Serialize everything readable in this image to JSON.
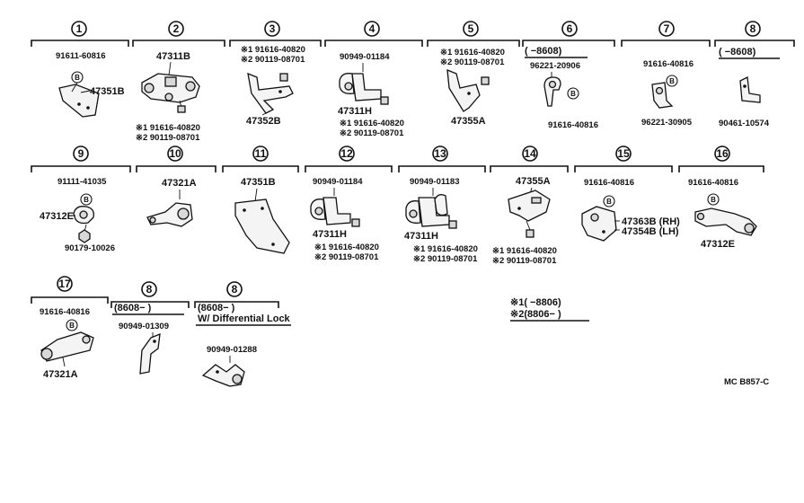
{
  "footer": {
    "code": "MC  B857-C"
  },
  "legend": {
    "line1": "※1(      −8806)",
    "line2": "※2(8806−      )"
  },
  "groups": [
    {
      "num": "1",
      "parts": [
        "91611-60816",
        "47351B"
      ]
    },
    {
      "num": "2",
      "parts": [
        "47311B",
        "※1 91616-40820",
        "※2 90119-08701"
      ]
    },
    {
      "num": "3",
      "parts": [
        "※1 91616-40820",
        "※2 90119-08701",
        "47352B"
      ]
    },
    {
      "num": "4",
      "parts": [
        "90949-01184",
        "47311H",
        "※1 91616-40820",
        "※2 90119-08701"
      ]
    },
    {
      "num": "5",
      "parts": [
        "※1 91616-40820",
        "※2 90119-08701",
        "47355A"
      ]
    },
    {
      "num": "6",
      "range": "(      −8608)",
      "parts": [
        "96221-20906",
        "91616-40816"
      ]
    },
    {
      "num": "7",
      "parts": [
        "91616-40816",
        "96221-30905"
      ]
    },
    {
      "num": "8",
      "range": "(      −8608)",
      "parts": [
        "90461-10574"
      ]
    },
    {
      "num": "9",
      "parts": [
        "91111-41035",
        "47312E",
        "90179-10026"
      ]
    },
    {
      "num": "10",
      "parts": [
        "47321A"
      ]
    },
    {
      "num": "11",
      "parts": [
        "47351B"
      ]
    },
    {
      "num": "12",
      "parts": [
        "90949-01184",
        "47311H",
        "※1 91616-40820",
        "※2 90119-08701"
      ]
    },
    {
      "num": "13",
      "parts": [
        "90949-01183",
        "47311H",
        "※1 91616-40820",
        "※2 90119-08701"
      ]
    },
    {
      "num": "14",
      "parts": [
        "47355A",
        "※1 91616-40820",
        "※2 90119-08701"
      ]
    },
    {
      "num": "15",
      "parts": [
        "91616-40816",
        "47363B (RH)",
        "47354B (LH)"
      ]
    },
    {
      "num": "16",
      "parts": [
        "91616-40816",
        "47312E"
      ]
    },
    {
      "num": "17",
      "parts": [
        "91616-40816",
        "47321A"
      ]
    },
    {
      "num": "8",
      "range": "(8608−      )",
      "parts": [
        "90949-01309"
      ]
    },
    {
      "num": "8",
      "range": "(8608−      )",
      "note": "W/ Differential Lock",
      "parts": [
        "90949-01288"
      ]
    }
  ],
  "bolt_marker": "B"
}
